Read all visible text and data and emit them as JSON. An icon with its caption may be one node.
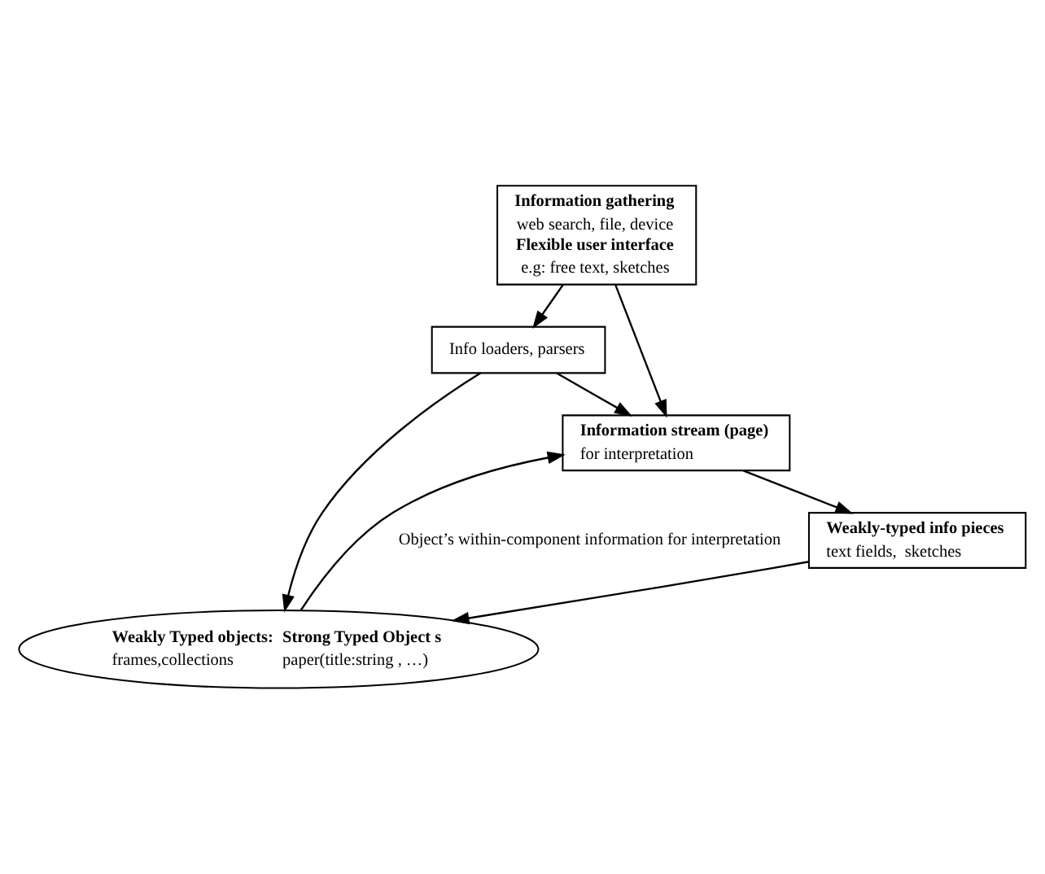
{
  "diagram": {
    "nodes": [
      {
        "text": [
          "Information gathering",
          "web search, file, device",
          "Flexible user interface",
          "e.g: free text, sketches"
        ]
      },
      {
        "text": [
          "Info loaders, parsers"
        ]
      },
      {
        "text": [
          "Information stream (page)",
          "for interpretation"
        ]
      },
      {
        "text": [
          "Weakly-typed info pieces",
          "text fields,  sketches"
        ]
      },
      {
        "text": [
          "Weakly Typed objects:",
          "frames,collections",
          "Strong Typed Object s",
          "paper(title:string , …)"
        ]
      }
    ],
    "edges": [
      {
        "from": 0,
        "to": 1,
        "arrow": "to"
      },
      {
        "from": 0,
        "to": 2,
        "arrow": "to"
      },
      {
        "from": 1,
        "to": 2,
        "arrow": "to"
      },
      {
        "from": 1,
        "to": 4,
        "arrow": "to"
      },
      {
        "from": 2,
        "to": 3,
        "arrow": "to"
      },
      {
        "from": 3,
        "to": 4,
        "arrow": "to"
      },
      {
        "from": 4,
        "to": 2,
        "arrow": "to",
        "label": "Object’s within-component information for interpretation"
      }
    ]
  }
}
